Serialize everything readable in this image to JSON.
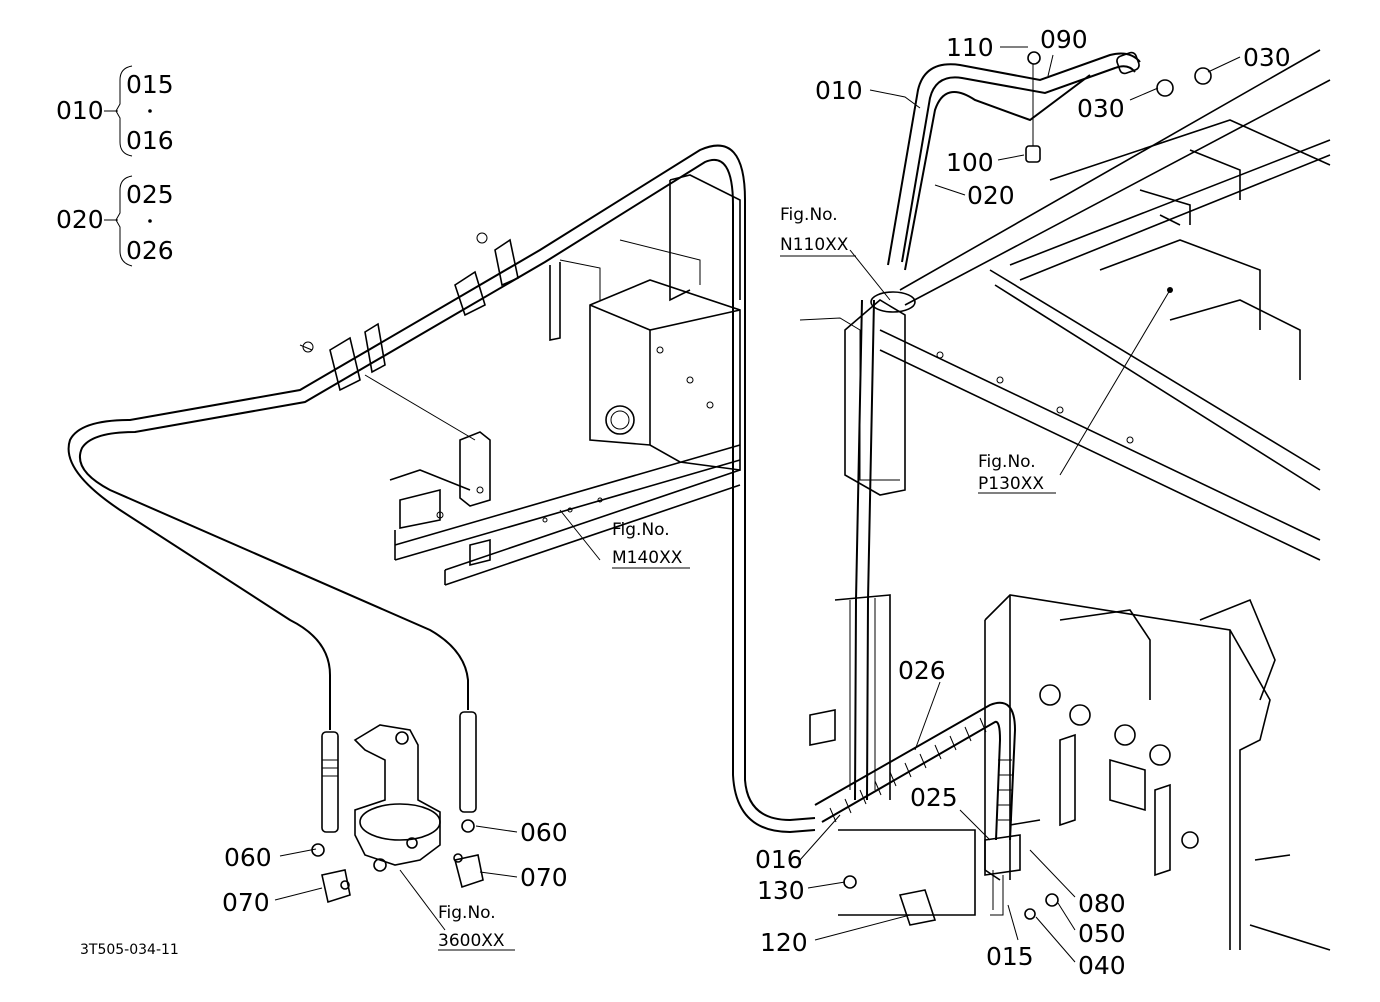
{
  "legend": [
    {
      "parent": "010",
      "children": [
        "015",
        "016"
      ]
    },
    {
      "parent": "020",
      "children": [
        "025",
        "026"
      ]
    }
  ],
  "callouts": {
    "c010_top": "010",
    "c020": "020",
    "c030a": "030",
    "c030b": "030",
    "c090": "090",
    "c100": "100",
    "c110": "110",
    "c026": "026",
    "c025": "025",
    "c016": "016",
    "c015": "015",
    "c040": "040",
    "c050": "050",
    "c060a": "060",
    "c060b": "060",
    "c070a": "070",
    "c070b": "070",
    "c080": "080",
    "c120": "120",
    "c130": "130"
  },
  "figure_refs": [
    {
      "prefix": "Fig.No.",
      "number": "N110XX"
    },
    {
      "prefix": "Fig.No.",
      "number": "M140XX"
    },
    {
      "prefix": "Fig.No.",
      "number": "P130XX"
    },
    {
      "prefix": "Fig.No.",
      "number": "3600XX"
    }
  ],
  "drawing_code": "3T505-034-11"
}
